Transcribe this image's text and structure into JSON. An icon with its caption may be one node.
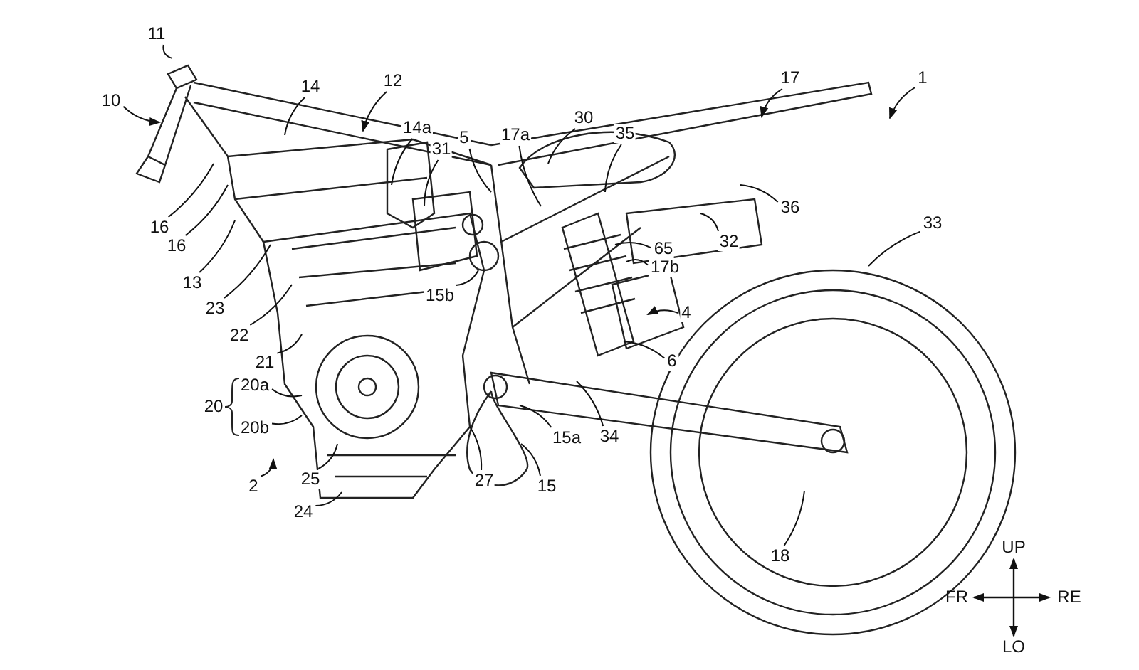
{
  "diagram": {
    "nodes": [
      {
        "text": [
          "11"
        ]
      },
      {
        "text": [
          "10"
        ]
      },
      {
        "text": [
          "14"
        ]
      },
      {
        "text": [
          "12"
        ]
      },
      {
        "text": [
          "14a"
        ]
      },
      {
        "text": [
          "31"
        ]
      },
      {
        "text": [
          "5"
        ]
      },
      {
        "text": [
          "17a"
        ]
      },
      {
        "text": [
          "30"
        ]
      },
      {
        "text": [
          "35"
        ]
      },
      {
        "text": [
          "17"
        ]
      },
      {
        "text": [
          "1"
        ]
      },
      {
        "text": [
          "36"
        ]
      },
      {
        "text": [
          "16"
        ]
      },
      {
        "text": [
          "16"
        ]
      },
      {
        "text": [
          "32"
        ]
      },
      {
        "text": [
          "33"
        ]
      },
      {
        "text": [
          "65"
        ]
      },
      {
        "text": [
          "17b"
        ]
      },
      {
        "text": [
          "13"
        ]
      },
      {
        "text": [
          "15b"
        ]
      },
      {
        "text": [
          "4"
        ]
      },
      {
        "text": [
          "23"
        ]
      },
      {
        "text": [
          "6"
        ]
      },
      {
        "text": [
          "22"
        ]
      },
      {
        "text": [
          "21"
        ]
      },
      {
        "text": [
          "20a"
        ]
      },
      {
        "text": [
          "20b"
        ]
      },
      {
        "text": [
          "2"
        ]
      },
      {
        "text": [
          "25"
        ]
      },
      {
        "text": [
          "15a"
        ]
      },
      {
        "text": [
          "34"
        ]
      },
      {
        "text": [
          "27"
        ]
      },
      {
        "text": [
          "15"
        ]
      },
      {
        "text": [
          "24"
        ]
      },
      {
        "text": [
          "18"
        ]
      },
      {
        "text": [
          "20"
        ]
      }
    ],
    "edges": [
      {
        "from": 0,
        "to": null,
        "arrow": "none"
      },
      {
        "from": 1,
        "to": null,
        "arrow": "to"
      },
      {
        "from": 2,
        "to": null,
        "arrow": "none"
      },
      {
        "from": 3,
        "to": null,
        "arrow": "to"
      },
      {
        "from": 4,
        "to": null,
        "arrow": "none"
      },
      {
        "from": 5,
        "to": null,
        "arrow": "none"
      },
      {
        "from": 6,
        "to": null,
        "arrow": "none"
      },
      {
        "from": 7,
        "to": null,
        "arrow": "none"
      },
      {
        "from": 8,
        "to": null,
        "arrow": "none"
      },
      {
        "from": 9,
        "to": null,
        "arrow": "none"
      },
      {
        "from": 10,
        "to": null,
        "arrow": "to"
      },
      {
        "from": 11,
        "to": null,
        "arrow": "to"
      },
      {
        "from": 12,
        "to": null,
        "arrow": "none"
      },
      {
        "from": 13,
        "to": null,
        "arrow": "none"
      },
      {
        "from": 14,
        "to": null,
        "arrow": "none"
      },
      {
        "from": 15,
        "to": null,
        "arrow": "none"
      },
      {
        "from": 16,
        "to": null,
        "arrow": "none"
      },
      {
        "from": 17,
        "to": null,
        "arrow": "none"
      },
      {
        "from": 18,
        "to": null,
        "arrow": "none"
      },
      {
        "from": 19,
        "to": null,
        "arrow": "none"
      },
      {
        "from": 20,
        "to": null,
        "arrow": "none"
      },
      {
        "from": 21,
        "to": null,
        "arrow": "to"
      },
      {
        "from": 22,
        "to": null,
        "arrow": "none"
      },
      {
        "from": 23,
        "to": null,
        "arrow": "none"
      },
      {
        "from": 24,
        "to": null,
        "arrow": "none"
      },
      {
        "from": 25,
        "to": null,
        "arrow": "none"
      },
      {
        "from": 26,
        "to": null,
        "arrow": "none"
      },
      {
        "from": 27,
        "to": null,
        "arrow": "none"
      },
      {
        "from": 28,
        "to": null,
        "arrow": "to"
      },
      {
        "from": 29,
        "to": null,
        "arrow": "none"
      },
      {
        "from": 30,
        "to": null,
        "arrow": "none"
      },
      {
        "from": 31,
        "to": null,
        "arrow": "none"
      },
      {
        "from": 32,
        "to": null,
        "arrow": "none"
      },
      {
        "from": 33,
        "to": null,
        "arrow": "none"
      },
      {
        "from": 34,
        "to": null,
        "arrow": "none"
      },
      {
        "from": 35,
        "to": null,
        "arrow": "none"
      }
    ],
    "labels": [
      "UP",
      "FR",
      "RE",
      "LO"
    ]
  }
}
